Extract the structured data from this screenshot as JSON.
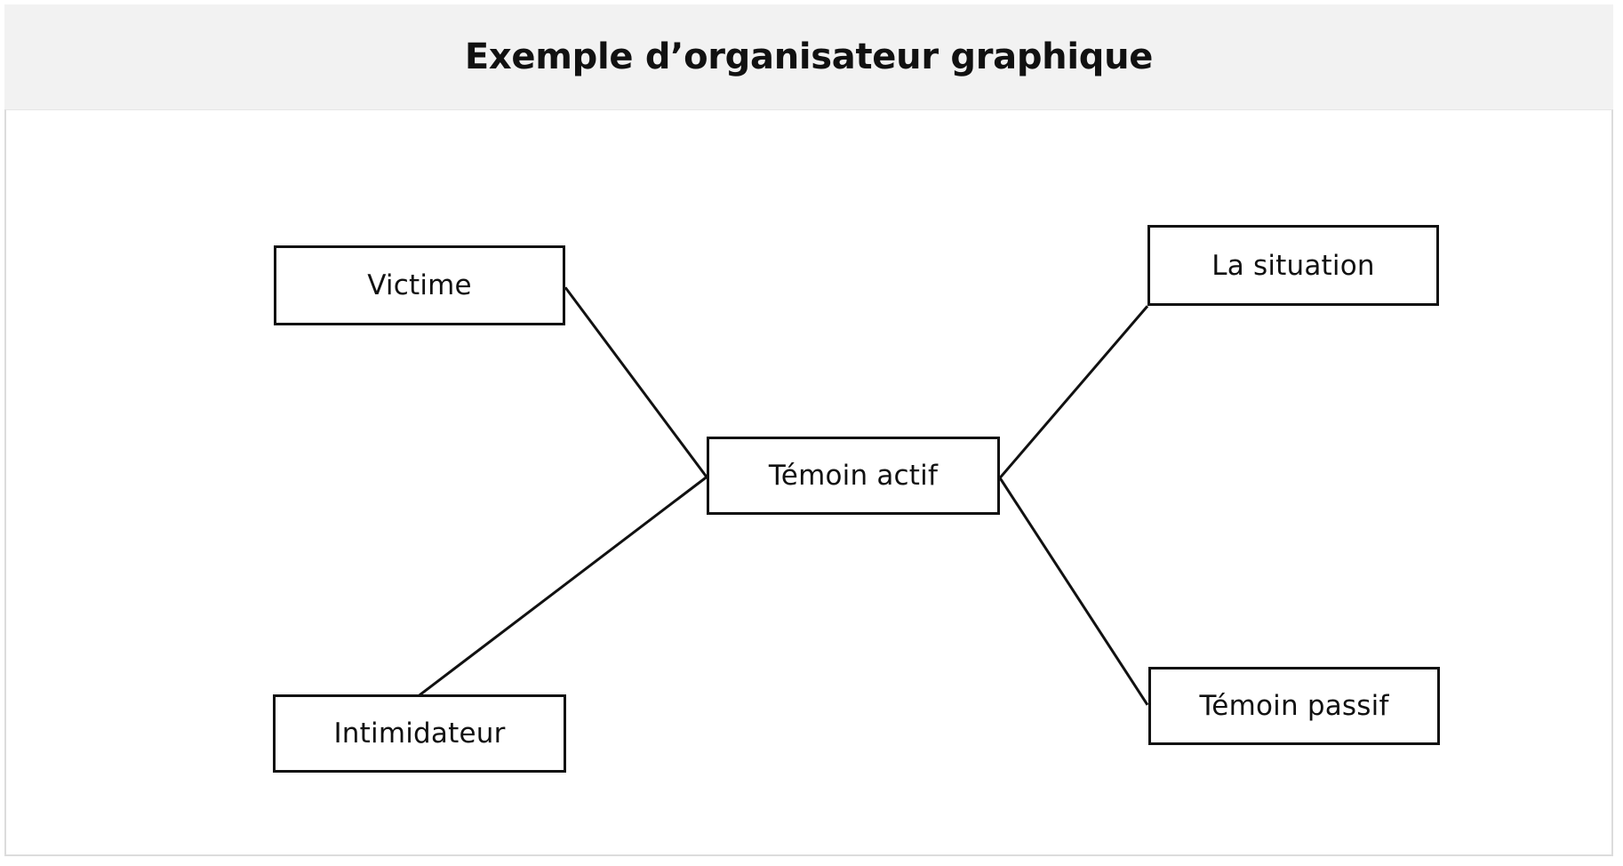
{
  "header": {
    "title": "Exemple d’organisateur graphique",
    "background_color": "#f2f2f2"
  },
  "canvas": {
    "background_color": "#ffffff",
    "border_color": "#dcdcdc"
  },
  "diagram": {
    "type": "graphic-organizer",
    "node_border_color": "#111111",
    "node_fill_color": "#ffffff",
    "connector_color": "#111111",
    "center_node": "Témoin actif",
    "nodes": [
      {
        "id": "victime",
        "label": "Victime"
      },
      {
        "id": "intimidateur",
        "label": "Intimidateur"
      },
      {
        "id": "temoin-actif",
        "label": "Témoin actif"
      },
      {
        "id": "la-situation",
        "label": "La situation"
      },
      {
        "id": "temoin-passif",
        "label": "Témoin passif"
      }
    ],
    "connections": [
      {
        "from": "victime",
        "to": "temoin-actif"
      },
      {
        "from": "intimidateur",
        "to": "temoin-actif"
      },
      {
        "from": "temoin-actif",
        "to": "la-situation"
      },
      {
        "from": "temoin-actif",
        "to": "temoin-passif"
      }
    ]
  }
}
